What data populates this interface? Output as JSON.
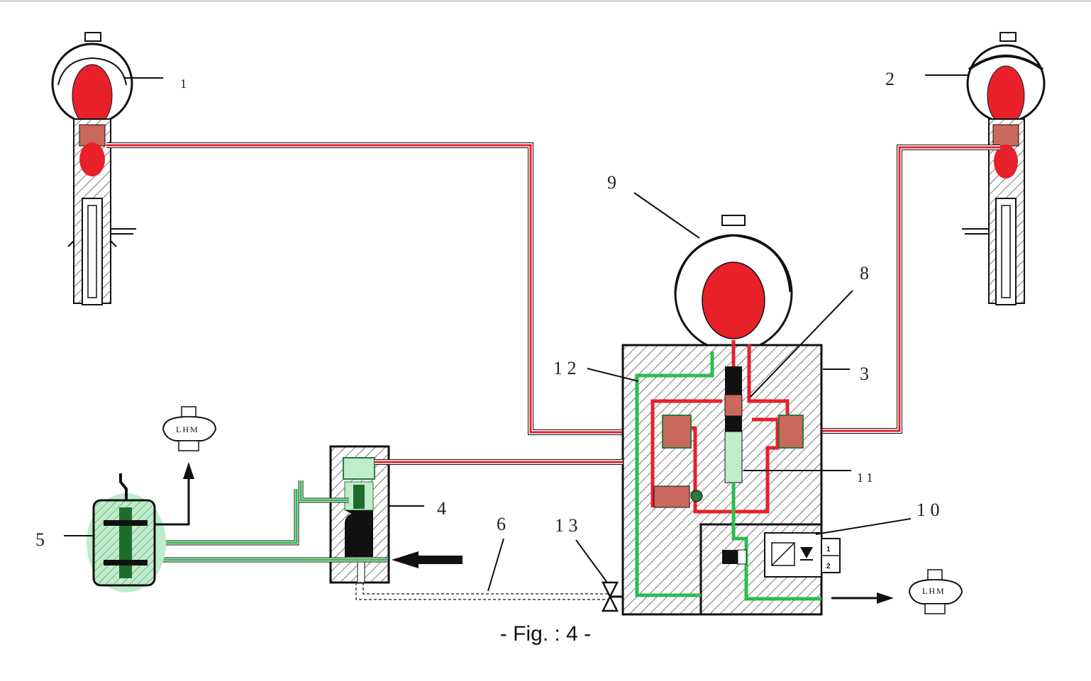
{
  "figure": {
    "caption": "- Fig. : 4 -"
  },
  "labels": {
    "n1": "1",
    "n2": "2",
    "n3": "3",
    "n4": "4",
    "n5": "5",
    "n6": "6",
    "n8": "8",
    "n9": "9",
    "n10": "1 0",
    "n11": "1 1",
    "n12": "1 2",
    "n13": "1 3"
  },
  "reservoir": {
    "left_label": "LHM",
    "right_label": "LHM"
  },
  "switch": {
    "pin1": "1",
    "pin2": "2"
  },
  "colors": {
    "pressure": "#e8202a",
    "return": "#2ebd4e",
    "return_fill": "#bfeccb",
    "body": "#111111",
    "hatch": "#111111"
  }
}
